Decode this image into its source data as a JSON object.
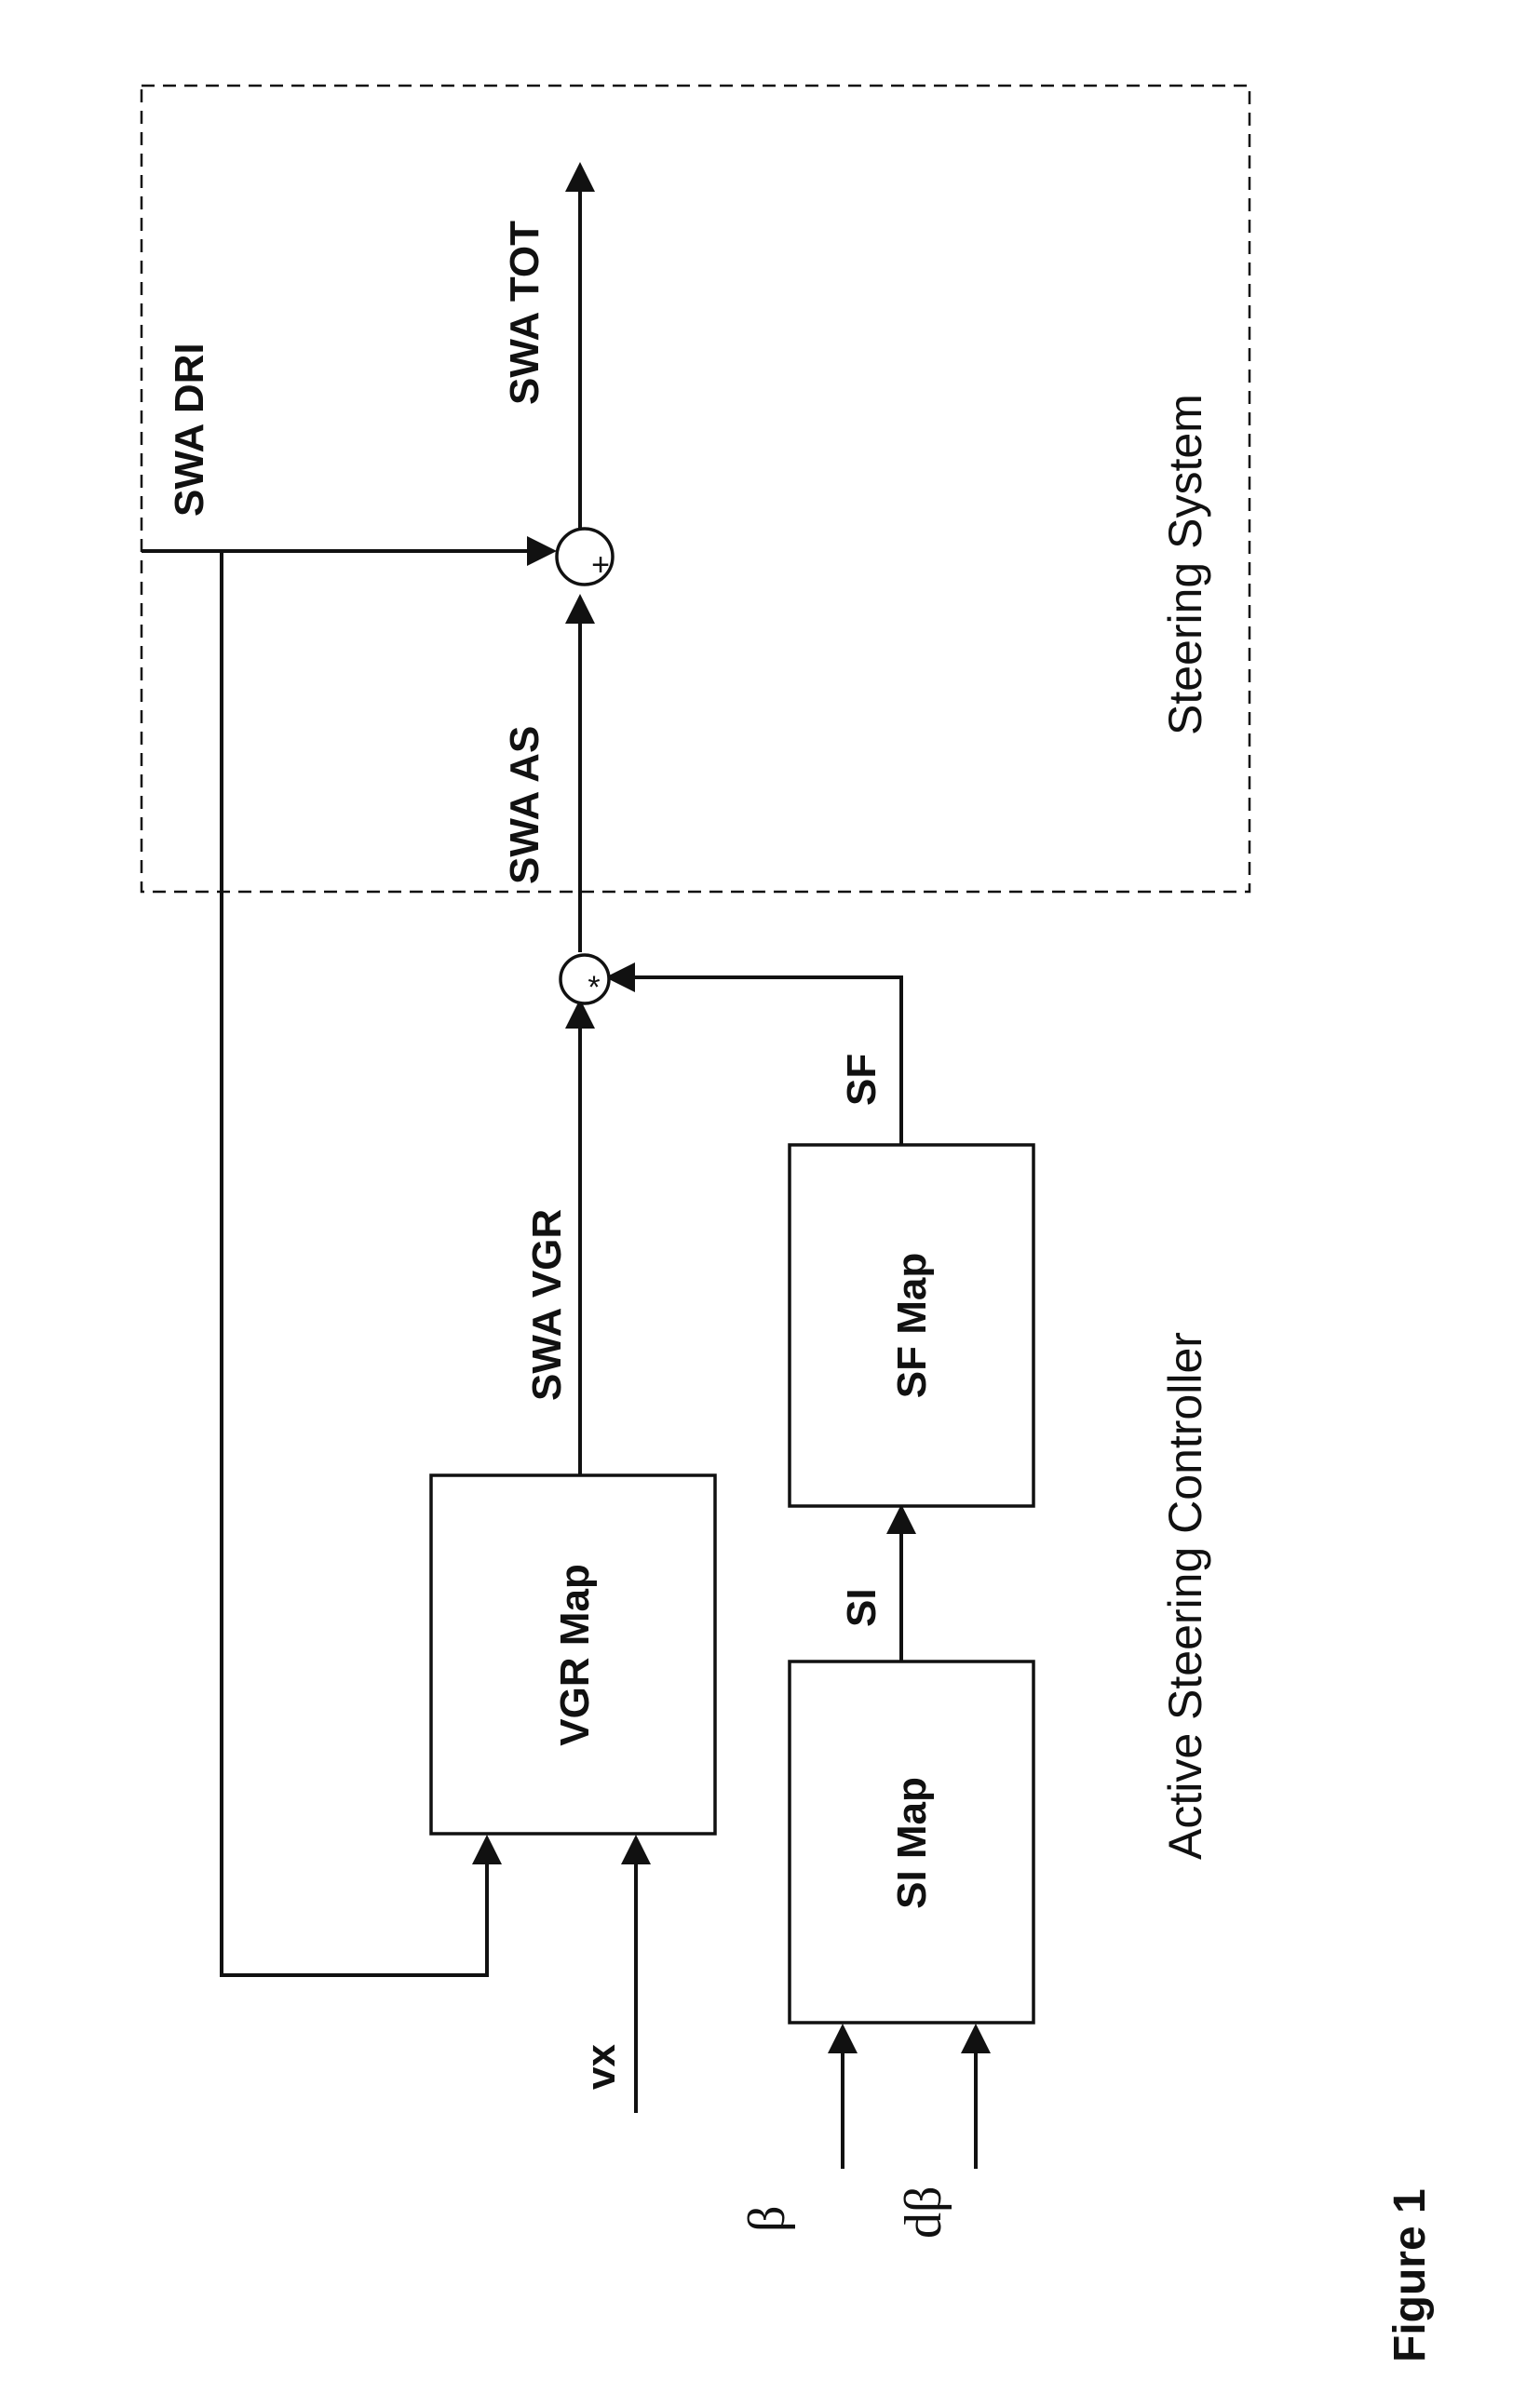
{
  "diagram": {
    "blocks": {
      "vgr_map": "VGR Map",
      "si_map": "SI Map",
      "sf_map": "SF Map"
    },
    "signals": {
      "swa_dri": "SWA DRI",
      "swa_tot": "SWA TOT",
      "swa_as": "SWA AS",
      "swa_vgr": "SWA VGR",
      "sf": "SF",
      "si": "SI",
      "vx": "vx",
      "beta": "β",
      "d_beta": "dβ"
    },
    "operators": {
      "sum": "+",
      "multiply": "*"
    },
    "regions": {
      "steering_system": "Steering System",
      "active_steering_controller": "Active Steering Controller"
    },
    "caption": "Figure 1"
  }
}
